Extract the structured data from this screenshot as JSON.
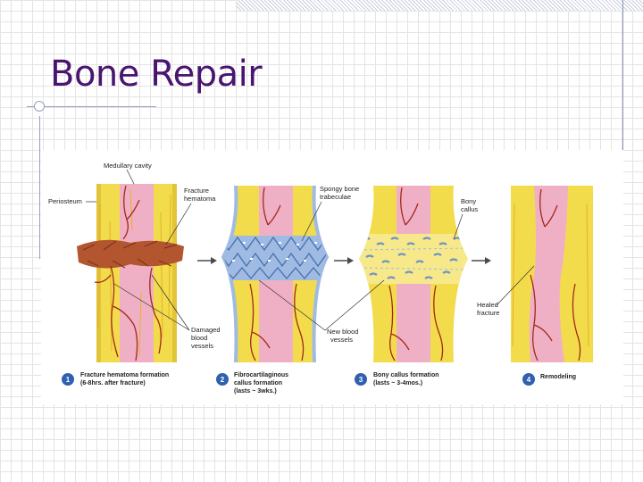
{
  "slide": {
    "title": "Bone Repair"
  },
  "figure": {
    "labels": {
      "medullary_cavity": "Medullary cavity",
      "periosteum": "Periosteum",
      "fracture_hematoma_1": "Fracture",
      "fracture_hematoma_2": "hematoma",
      "spongy_bone_1": "Spongy bone",
      "spongy_bone_2": "trabeculae",
      "bony_callus_1": "Bony",
      "bony_callus_2": "callus",
      "damaged_vessels_1": "Damaged",
      "damaged_vessels_2": "blood",
      "damaged_vessels_3": "vessels",
      "new_vessels_1": "New blood",
      "new_vessels_2": "vessels",
      "healed_fracture_1": "Healed",
      "healed_fracture_2": "fracture"
    },
    "steps": [
      {
        "number": "1",
        "line1": "Fracture hematoma formation",
        "line2": "(6-8hrs. after fracture)"
      },
      {
        "number": "2",
        "line1": "Fibrocartilaginous",
        "line2": "callus formation",
        "line3": "(lasts ~ 3wks.)"
      },
      {
        "number": "3",
        "line1": "Bony callus formation",
        "line2": "(lasts ~ 3-4mos.)"
      },
      {
        "number": "4",
        "line1": "Remodeling"
      }
    ],
    "colors": {
      "bone": "#f2dc4c",
      "marrow": "#efb0c6",
      "hematoma": "#b3552f",
      "cartilage": "#9fbbe4",
      "vessel": "#a32818",
      "step_badge": "#3060b0"
    }
  }
}
